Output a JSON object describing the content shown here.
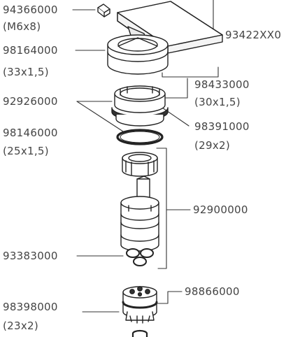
{
  "labels": {
    "handle_screw": "94366000",
    "handle_screw_spec": "(M6x8)",
    "handle": "93422XX0",
    "cap_ring": "98164000",
    "cap_ring_spec": "(33x1,5)",
    "bonnet_oring": "98433000",
    "bonnet_oring_spec": "(30x1,5)",
    "bonnet_nut": "92926000",
    "bonnet_inner_oring": "98391000",
    "bonnet_inner_oring_spec": "(29x2)",
    "body_oring": "98146000",
    "body_oring_spec": "(25x1,5)",
    "cartridge": "92900000",
    "seals": "93383000",
    "diverter_base": "98866000",
    "base_oring": "98398000",
    "base_oring_spec": "(23x2)"
  },
  "colors": {
    "line": "#222222",
    "text": "#444444",
    "fill": "#ffffff"
  }
}
